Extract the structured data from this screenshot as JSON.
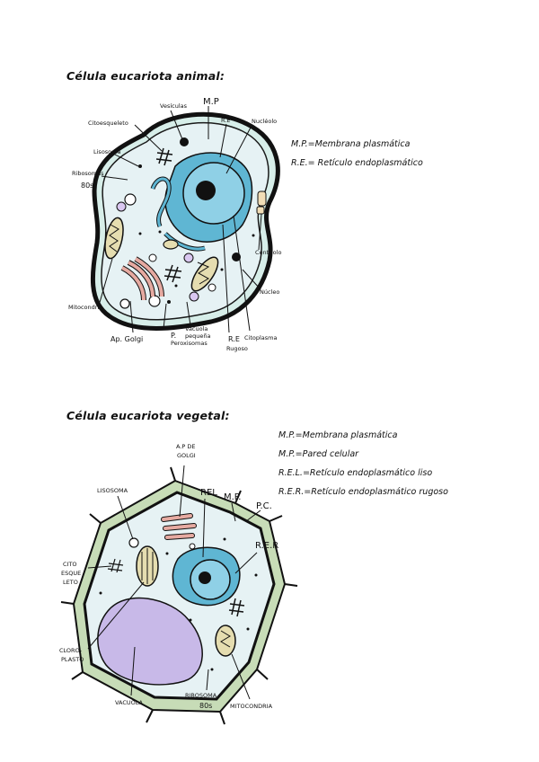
{
  "animal": {
    "title": "Célula eucariota animal:",
    "legend": [
      "M.P.=Membrana plasmática",
      "R.E.= Retículo endoplasmático"
    ],
    "labels": {
      "vesiculas": "Vesículas",
      "mp": "M.P",
      "citoesqueleto": "Citoesqueleto",
      "re": "R.E",
      "nucleolo": "Nucléolo",
      "lisosoma": "Lisosoma",
      "ribosomas": "Ribosomas",
      "ribosomas_80s": "80s",
      "centriolo": "Centriolo",
      "mitocondria": "Mitocondria",
      "nucleo": "Núcleo",
      "aparato_golgi": "Ap. Golgi",
      "peroxisomas_1": "P.",
      "peroxisomas_2": "Peroxisomas",
      "vacuola_1": "Vacuola",
      "vacuola_2": "pequeña",
      "rer_1": "R.E",
      "rer_2": "Rugoso",
      "citoplasma": "Citoplasma"
    }
  },
  "vegetal": {
    "title": "Célula eucariota vegetal:",
    "legend": [
      "M.P.=Membrana plasmática",
      "M.P.=Pared celular",
      "R.E.L.=Retículo endoplasmático liso",
      "R.E.R.=Retículo endoplasmático rugoso"
    ],
    "labels": {
      "ap_golgi_1": "A.P DE",
      "ap_golgi_2": "GOLGI",
      "rel": "REL",
      "mp": "M.P.",
      "pc": "P.C.",
      "lisosoma": "LISOSOMA",
      "rer": "R.E.R",
      "cito_1": "CITO",
      "cito_2": "ESQUE",
      "cito_3": "LETO",
      "cloro_1": "CLORO-",
      "cloro_2": "PLASTO",
      "vacuola": "VACUOLA",
      "ribosoma_1": "RIBOSOMA",
      "ribosoma_2": "80s",
      "mitocondria": "MITOCONDRIA"
    }
  },
  "colors": {
    "cytoplasm": "#e6f2f4",
    "membrane_fill": "#d7eee9",
    "nucleus": "#8fd0e6",
    "er": "#5fb6d3",
    "mitochondria": "#e5ddb0",
    "golgi": "#e6aaa1",
    "vacuole": "#c8b9e8",
    "cell_wall": "#c7dcb7"
  }
}
